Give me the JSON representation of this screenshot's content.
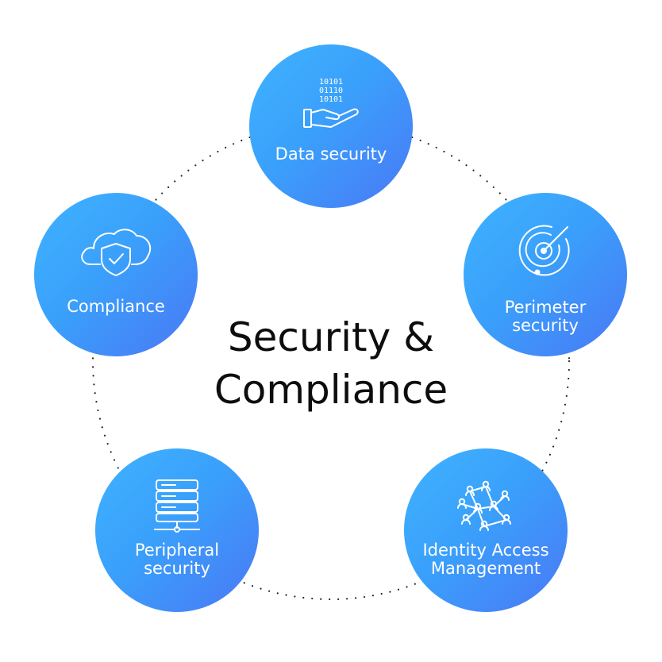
{
  "title": {
    "line1": "Security &",
    "line2": "Compliance"
  },
  "nodes": {
    "data_security": {
      "label": "Data security",
      "icon": "hand-binary-data-icon"
    },
    "perimeter_security": {
      "line1": "Perimeter",
      "line2": "security",
      "icon": "radar-target-icon"
    },
    "identity_access": {
      "line1": "Identity Access",
      "line2": "Management",
      "icon": "network-users-icon"
    },
    "peripheral_security": {
      "line1": "Peripheral",
      "line2": "security",
      "icon": "server-stack-icon"
    },
    "compliance": {
      "label": "Compliance",
      "icon": "cloud-shield-check-icon"
    }
  },
  "colors": {
    "gradient_start": "#3fb3ff",
    "gradient_end": "#4a78f5",
    "ring_dots": "#222222",
    "title_text": "#0d0d0d"
  }
}
